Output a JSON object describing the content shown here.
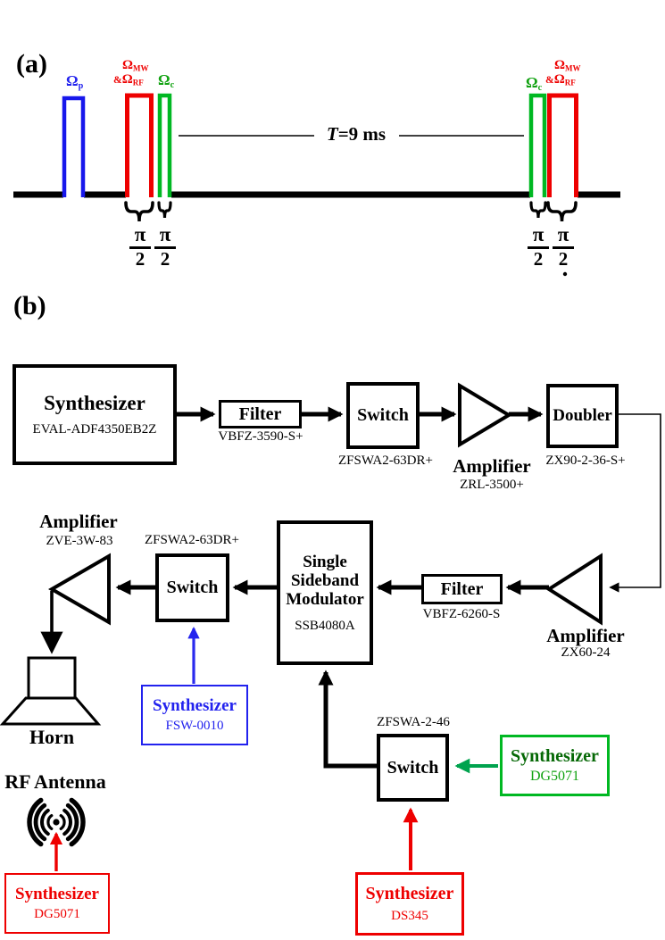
{
  "figure": {
    "type": "two-panel scientific figure: pulse sequence and RF block diagram"
  },
  "colors": {
    "blue": "#2222ee",
    "red": "#ee0000",
    "green": "#00b822",
    "green_dark": "#056805",
    "green_mid": "#11a211",
    "green_arrow": "#00a34e",
    "black": "#000000"
  },
  "panel_a": {
    "label": "(a)",
    "omega": "Ω",
    "amp": "&",
    "sub_probe": "p",
    "sub_mw": "MW",
    "sub_rf": "RF",
    "sub_coupling": "c",
    "delay_t": "T",
    "delay_rest": "=9 ms",
    "pi": "π",
    "two": "2",
    "dot": "."
  },
  "panel_b": {
    "label": "(b)",
    "synth1": {
      "title": "Synthesizer",
      "model": "EVAL-ADF4350EB2Z"
    },
    "filter1": {
      "title": "Filter",
      "model": "VBFZ-3590-S+"
    },
    "switch1": {
      "title": "Switch",
      "model": "ZFSWA2-63DR+"
    },
    "amp1": {
      "title": "Amplifier",
      "model": "ZRL-3500+"
    },
    "doubler": {
      "title": "Doubler",
      "model": "ZX90-2-36-S+"
    },
    "amp2": {
      "title": "Amplifier",
      "model": "ZX60-24"
    },
    "filter2": {
      "title": "Filter",
      "model": "VBFZ-6260-S"
    },
    "ssb": {
      "line1": "Single",
      "line2": "Sideband",
      "line3": "Modulator",
      "model": "SSB4080A"
    },
    "switch2": {
      "title": "Switch",
      "model": "ZFSWA2-63DR+"
    },
    "amp3": {
      "title": "Amplifier",
      "model": "ZVE-3W-83"
    },
    "horn": {
      "label": "Horn"
    },
    "antenna": {
      "label": "RF Antenna"
    },
    "synth_blue": {
      "title": "Synthesizer",
      "model": "FSW-0010"
    },
    "synth_red_left": {
      "title": "Synthesizer",
      "model": "DG5071"
    },
    "switch3": {
      "title": "Switch",
      "model": "ZFSWA-2-46"
    },
    "synth_green": {
      "title": "Synthesizer",
      "model": "DG5071"
    },
    "synth_red_bottom": {
      "title": "Synthesizer",
      "model": "DS345"
    }
  }
}
